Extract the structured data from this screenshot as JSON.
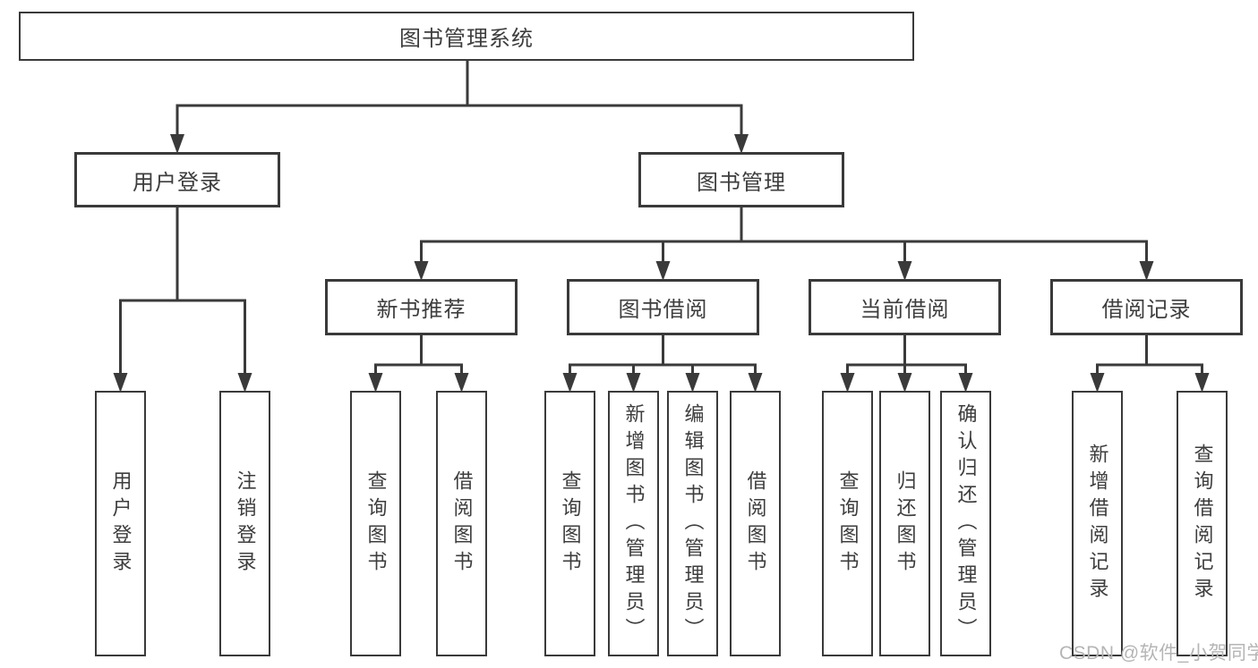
{
  "diagram": {
    "title": "图书管理系统",
    "level2": [
      "用户登录",
      "图书管理"
    ],
    "level3": [
      "新书推荐",
      "图书借阅",
      "当前借阅",
      "借阅记录"
    ],
    "leaves": {
      "user_login": [
        "用户登录",
        "注销登录"
      ],
      "new_book_recommend": [
        "查询图书",
        "借阅图书"
      ],
      "book_borrow": [
        "查询图书",
        "新增图书（管理员）",
        "编辑图书（管理员）",
        "借阅图书"
      ],
      "current_borrow": [
        "查询图书",
        "归还图书",
        "确认归还（管理员）"
      ],
      "borrow_records": [
        "新增借阅记录",
        "查询借阅记录"
      ]
    }
  },
  "watermark": {
    "text": "CSDN @软件_小贺同学"
  },
  "colors": {
    "line": "#3a3a3a",
    "text": "#3d3d3d",
    "box_background": "#ffffff",
    "page_background": "#ffffff",
    "watermark": "#b5b5b5"
  }
}
